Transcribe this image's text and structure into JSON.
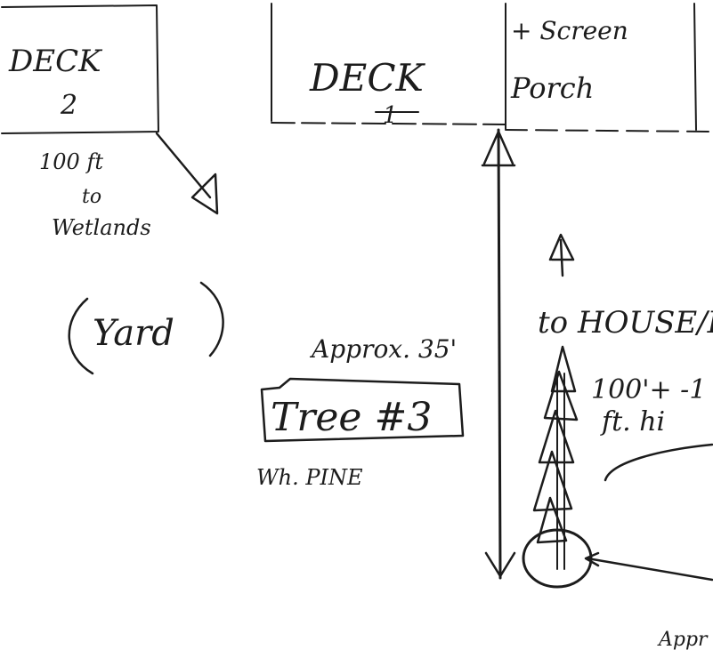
{
  "labels": {
    "deck2_line1": "DECK",
    "deck2_line2": "2",
    "deck1_line1": "DECK",
    "deck1_line2": "1",
    "porch_line1": "+ Screen",
    "porch_line2": "Porch",
    "wetlands_line1": "100 ft",
    "wetlands_line2": "to",
    "wetlands_line3": "Wetlands",
    "yard": "Yard",
    "distance": "Approx. 35'",
    "to_house": "to HOUSE/DE",
    "tree_label": "Tree #3",
    "tree_species": "Wh. PINE",
    "height_line1": "100'+ -1",
    "height_line2": "ft. hi",
    "bottom_fragment": "Appr"
  }
}
